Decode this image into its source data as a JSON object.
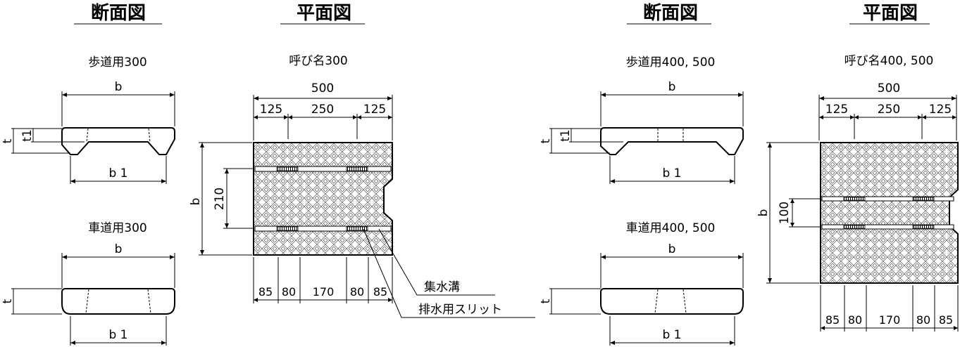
{
  "left": {
    "section_title": "断面図",
    "plan_title": "平面図",
    "sidewalk_label": "歩道用300",
    "roadway_label": "車道用300",
    "plan_subtitle": "呼び名300",
    "dim_b": "b",
    "dim_b1": "b 1",
    "dim_t": "t",
    "dim_t1": "t1",
    "plan_total": "500",
    "plan_top": [
      "125",
      "250",
      "125"
    ],
    "plan_bottom": [
      "85",
      "80",
      "170",
      "80",
      "85"
    ],
    "plan_side": "210",
    "plan_b": "b",
    "callout_channel": "集水溝",
    "callout_slit": "排水用スリット"
  },
  "right": {
    "section_title": "断面図",
    "plan_title": "平面図",
    "sidewalk_label": "歩道用400, 500",
    "roadway_label": "車道用400, 500",
    "plan_subtitle": "呼び名400, 500",
    "dim_b": "b",
    "dim_b1": "b 1",
    "dim_t": "t",
    "dim_t1": "t1",
    "plan_total": "500",
    "plan_top": [
      "125",
      "250",
      "125"
    ],
    "plan_bottom": [
      "85",
      "80",
      "170",
      "80",
      "85"
    ],
    "plan_side": "100",
    "plan_b": "b"
  }
}
